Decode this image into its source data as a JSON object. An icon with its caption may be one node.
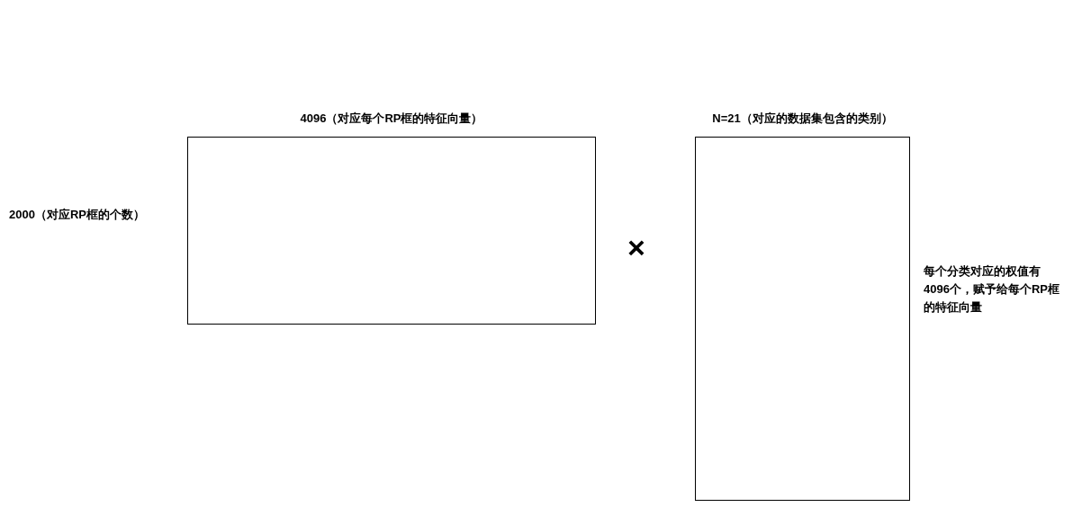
{
  "diagram": {
    "nodes": [
      {
        "text": [
          "4096（对应每个RP框的特征向量）"
        ]
      },
      {
        "text": [
          "N=21（对应的数据集包含的类别）"
        ],
        "beside": [
          "每个分类对应的权值有4096个，赋予给每个RP框的特征向量"
        ]
      }
    ],
    "labels": [
      "2000（对应RP框的个数）",
      "×"
    ]
  }
}
